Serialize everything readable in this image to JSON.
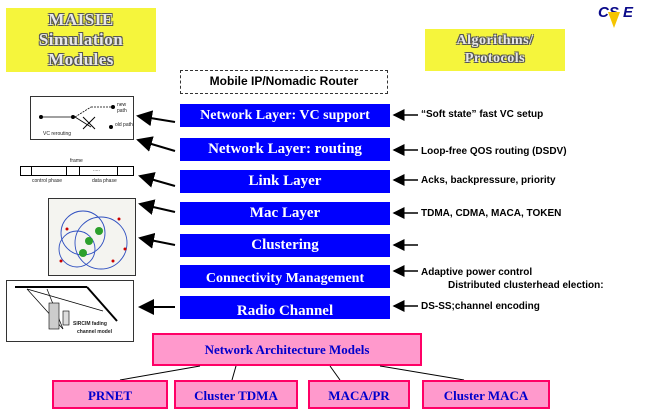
{
  "header": {
    "left_title_lines": [
      "MAISIE",
      "Simulation",
      "Modules"
    ],
    "right_title_lines": [
      "Algorithms/",
      "Protocols"
    ],
    "logo": "CS E"
  },
  "top_box": "Mobile IP/Nomadic Router",
  "layers": [
    {
      "label": "Network Layer: VC support",
      "note": "“Soft state” fast VC setup"
    },
    {
      "label": "Network Layer: routing",
      "note": "Loop-free QOS routing (DSDV)"
    },
    {
      "label": "Link Layer",
      "note": "Acks, backpressure, priority"
    },
    {
      "label": "Mac Layer",
      "note": "TDMA, CDMA, MACA, TOKEN"
    },
    {
      "label": "Clustering",
      "note": ""
    },
    {
      "label": "Connectivity Management",
      "note": "Adaptive power control",
      "note2": "Distributed clusterhead election:"
    },
    {
      "label": "Radio Channel",
      "note": "DS-SS;channel encoding"
    }
  ],
  "thumbnails": {
    "vc": {
      "caption": "VC rerouting",
      "new_path": "new path",
      "old_path": "old path"
    },
    "frame": {
      "frame": "frame",
      "control": "control phase",
      "data": "data phase",
      "dots": "....."
    },
    "sircim": {
      "caption_line1": "SIRCIM fading",
      "caption_line2": "channel model"
    }
  },
  "architecture": {
    "title": "Network Architecture Models",
    "models": [
      "PRNET",
      "Cluster TDMA",
      "MACA/PR",
      "Cluster MACA"
    ]
  },
  "colors": {
    "layer_blue": "#0000ff",
    "yellow": "#f5f53c",
    "pink": "#ff99cc",
    "pink_border": "#ff0066"
  }
}
